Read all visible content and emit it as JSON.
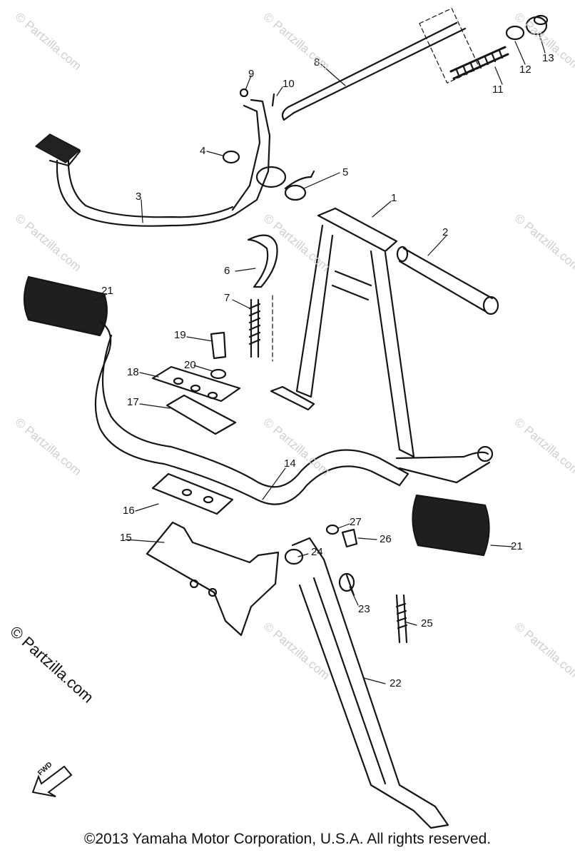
{
  "watermark_text": "© Partzilla.com",
  "brand_watermark": "© Partzilla.com",
  "footer": "©2013 Yamaha Motor Corporation, U.S.A. All rights reserved.",
  "fwd_label": "FWD",
  "callouts": [
    "1",
    "2",
    "3",
    "4",
    "5",
    "6",
    "7",
    "8",
    "9",
    "10",
    "11",
    "12",
    "13",
    "14",
    "15",
    "16",
    "17",
    "18",
    "19",
    "20",
    "21",
    "21",
    "22",
    "23",
    "24",
    "25",
    "26",
    "27"
  ]
}
